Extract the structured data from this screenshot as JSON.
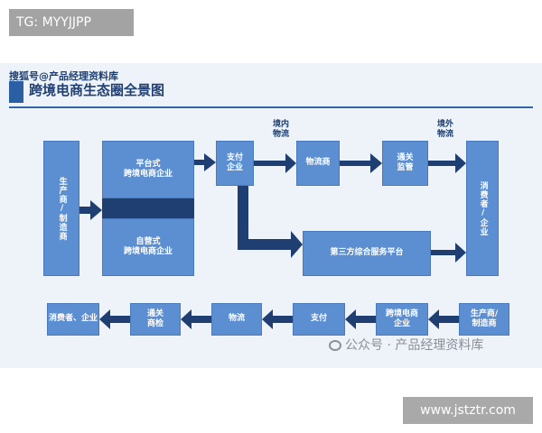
{
  "badge_tg": "TG: MYYJJPP",
  "overlay_source": "搜狐号@产品经理资料库",
  "title": "跨境电商生态圈全景图",
  "boxes": {
    "producer_top": "生产商/制造商",
    "platform": "平台式\n跨境电商企业",
    "self_run": "自营式\n跨境电商企业",
    "payment_top": "支付\n企业",
    "logistics_top": "物流商",
    "customs_top": "通关\n监管",
    "consumer_right": "消费者/企业",
    "third_party": "第三方综合服务平台",
    "consumer_bottom": "消费者、企业",
    "customs_bottom": "通关\n商检",
    "logistics_bottom": "物流",
    "payment_bottom": "支付",
    "ec_bottom": "跨境电商\n企业",
    "producer_bottom": "生产商/\n制造商"
  },
  "labels": {
    "domestic": "境内\n物流",
    "overseas": "境外\n物流"
  },
  "watermark": "公众号 · 产品经理资料库",
  "url_badge": "www.jstztr.com",
  "colors": {
    "box": "#5c8ed2",
    "arrow": "#1f3f73",
    "title": "#1f3f73"
  }
}
